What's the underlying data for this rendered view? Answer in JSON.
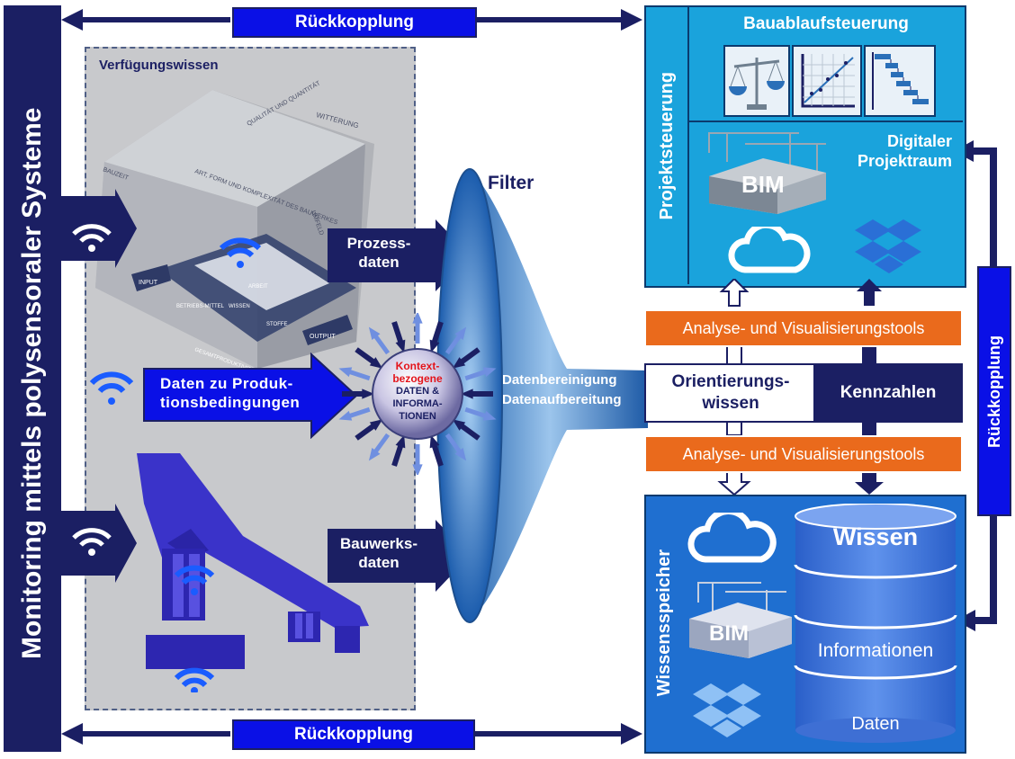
{
  "left_bar": {
    "title": "Monitoring mittels polysensoraler Systeme"
  },
  "feedback": {
    "top": "Rückkopplung",
    "bottom": "Rückkopplung",
    "right": "Rückkopplung"
  },
  "available_knowledge": {
    "title": "Verfügungswissen"
  },
  "cube": {
    "quality": "QUALITÄT UND QUANTITÄT",
    "weather": "WITTERUNG",
    "bauzeit": "BAUZEIT",
    "art_form": "ART, FORM UND KOMPLEXITÄT DES BAUWERKES",
    "umfeld": "UMFELD",
    "input": "INPUT",
    "output": "OUTPUT",
    "wissen": "WISSEN",
    "arbeit": "ARBEIT",
    "stoffe": "STOFFE",
    "betriebsmittel": "BETRIEBS-MITTEL",
    "gesamt": "GESAMTPRODUKTIVITÄT"
  },
  "inputs": {
    "process_data": "Prozess-\ndaten",
    "production_conditions": "Daten zu Produk-\ntionsbedingungen",
    "structure_data": "Bauwerks-\ndaten"
  },
  "hub": {
    "line1": "Kontext-",
    "line2": "bezogene",
    "line3": "DATEN &",
    "line4": "INFORMA-",
    "line5": "TIONEN"
  },
  "filter": {
    "title": "Filter",
    "step1": "Datenbereinigung",
    "step2": "Datenaufbereitung"
  },
  "orientation": {
    "label": "Orientierungs-\nwissen",
    "kpi": "Kennzahlen"
  },
  "analysis_tools": {
    "top": "Analyse- und Visualisierungstools",
    "bottom": "Analyse- und Visualisierungstools"
  },
  "project_control": {
    "side_label": "Projektsteuerung",
    "schedule": "Bauablaufsteuerung",
    "digital_room": "Digitaler\nProjektraum",
    "bim": "BIM"
  },
  "knowledge_store": {
    "side_label": "Wissensspeicher",
    "bim": "BIM",
    "levels": [
      "Wissen",
      "Informationen",
      "Daten"
    ]
  },
  "colors": {
    "navy": "#1b1f63",
    "bright_blue": "#0a10e6",
    "light_blue": "#1aa3dc",
    "mid_blue": "#1f6fd0",
    "orange": "#ea6a1c",
    "grey_panel": "#c8c9cc"
  }
}
